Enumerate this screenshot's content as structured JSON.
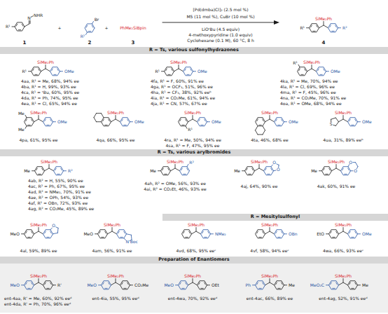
{
  "diagram": {
    "nodes": [
      {
        "text": [
          "R = Ts, various sulfonylhydrazones"
        ]
      },
      {
        "text": [
          "R = Ts, various arylbromides"
        ]
      },
      {
        "text": [
          "R = Mesitylsulfonyl"
        ]
      },
      {
        "text": [
          "Preparation of Enantiomers"
        ]
      }
    ],
    "labels": [
      "R¹",
      "N",
      "NHR",
      "1",
      "+",
      "Br",
      "R²",
      "2",
      "+",
      "PhMe₂SiBpin",
      "3",
      "[Pd(dmba)Cl]₂ (2.5 mol %)",
      "M5 (11 mol %), CuBr (10 mol %)",
      "LiOᵗBu (4.5 equiv)",
      "4-methoxypyridine (1.0 equiv)",
      "Cyclohexane (0.1 M), 60 °C, 8 h",
      "SiMe₂Ph",
      "R¹",
      "R²",
      "4",
      "SiMe₂Ph",
      "R¹",
      "OMe",
      "4aa, R¹ = Me, 68%, 94% ee",
      "4ba, R¹ = H, 99%, 93% ee",
      "4ca, R¹ = ᵗBu, 60%, 95% ee",
      "4da, R¹ = Ph, 74%, 95% ee",
      "4ea, R¹ = Cl, 65%, 94% ee",
      "SiMe₂Ph",
      "R¹",
      "OMe",
      "4fa, R¹ = F, 60%, 91% ee",
      "4ga, R¹ = OCF₃, 51%, 96% ee",
      "4ha, R¹ = CF₃, 38%, 92% eeᵇ",
      "4ia, R¹ = CO₂Me, 61%, 94% ee",
      "4ja, R¹ = CN, 57%, 67% ee",
      "SiMe₂Ph",
      "R¹",
      "OMe",
      "4ka, R¹ = Me, 70%, 94% ee",
      "4la, R¹ = Cl, 69%, 96% ee",
      "4ma, R¹ = F, 45%, 96% ee",
      "4na, R¹ = CO₂Me, 70%, 91% ee",
      "4oa, R¹ = OMe, 68%, 94% ee",
      "SiMe₂Ph",
      "Me",
      "Me",
      "OMe",
      "4pa, 61%, 95% ee",
      "SiMe₂Ph",
      "OMe",
      "4qa, 66%, 95% ee",
      "SiMe₂Ph",
      "R¹",
      "OMe",
      "4ra, R¹ = Me, 50%, 94% ee",
      "4sa, R¹ = F, 47%, 95% ee",
      "SiMe₂Ph",
      "OMe",
      "4ta, 46%, 68% ee",
      "SiMe₂Ph",
      "S",
      "OMe",
      "4ua, 31%, 89% eeᵇ",
      "SiMe₂Ph",
      "Me",
      "R²",
      "4ab, R² = H, 55%, 90% ee",
      "4ac, R² = Ph, 67%, 95% ee",
      "4ad, R² = NMe₂, 70%, 91% ee",
      "4ae, R² = OPh, 54%, 93% ee",
      "4af, R² = OBn, 72%, 93% ee",
      "4ag, R² = CO₂Me, 45%, 89% ee",
      "SiMe₂Ph",
      "Me",
      "R²",
      "4ah, R² = OMe, 56%, 93% ee",
      "4ai, R² = CO₂Et, 46%, 93% ee",
      "SiMe₂Ph",
      "Me",
      "O",
      "O",
      "4aj, 64%, 90% ee",
      "SiMe₂Ph",
      "Me",
      "O",
      "O",
      "4ak, 60%, 91% ee",
      "SiMe₂Ph",
      "MeO",
      "O",
      "4al, 59%, 89% ee",
      "SiMe₂Ph",
      "MeO",
      "N",
      "Boc",
      "4am, 56%, 91% ee",
      "SiMe₂Ph",
      "NMe₂",
      "4vd, 68%, 95% eeᶜ",
      "SiMe₂Ph",
      "OBn",
      "4vf, 58%, 94% eeᶜ",
      "SiMe₂Ph",
      "EtO",
      "OMe",
      "4wa, 66%, 93% eeᶜ",
      "SiMe₂Ph",
      "MeO",
      "R'",
      "ent-4aa, R' = Me, 60%, 92% eeᵈ",
      "ent-4da, R' = Ph, 70%, 96% eeᵈ",
      "SiMe₂Ph",
      "MeO",
      "CO₂Me",
      "ent-4ia, 55%, 95% eeᵈ",
      "SiMe₂Ph",
      "MeO",
      "OEt",
      "ent-4wa, 70%, 92% eeᵈ",
      "SiMe₂Ph",
      "Ph",
      "Me",
      "ent-4ac, 66%, 89% ee",
      "SiMe₂Ph",
      "MeO₂C",
      "Me",
      "ent-4ag, 52%, 91% eeᵈ"
    ]
  }
}
